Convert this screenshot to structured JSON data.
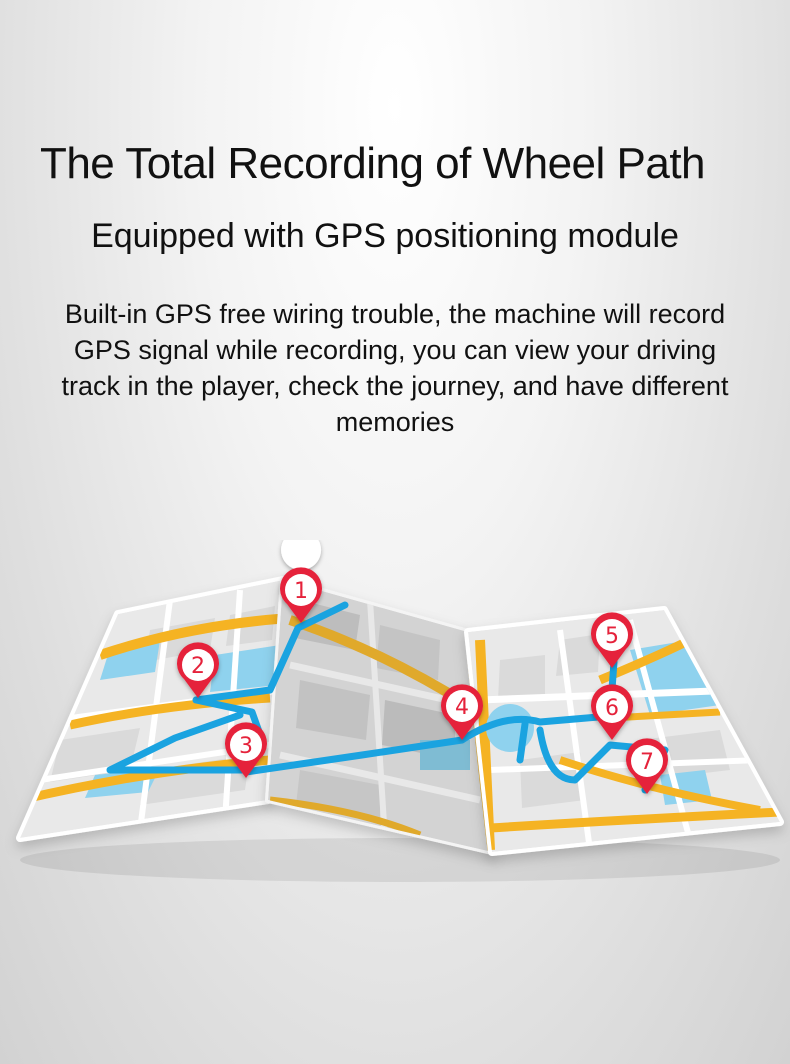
{
  "header": {
    "title": "The Total Recording of Wheel Path",
    "subtitle": "Equipped with GPS positioning module"
  },
  "body": {
    "description": "Built-in GPS free wiring trouble, the machine will record GPS signal while recording, you can view your driving track in the player, check the journey, and have different memories"
  },
  "map": {
    "markers": [
      {
        "label": "1"
      },
      {
        "label": "2"
      },
      {
        "label": "3"
      },
      {
        "label": "4"
      },
      {
        "label": "5"
      },
      {
        "label": "6"
      },
      {
        "label": "7"
      }
    ],
    "colors": {
      "route": "#1aa3e0",
      "road": "#f5b323",
      "water": "#8fd2ee",
      "marker": "#e5243b",
      "paper": "#eeeeee"
    }
  }
}
